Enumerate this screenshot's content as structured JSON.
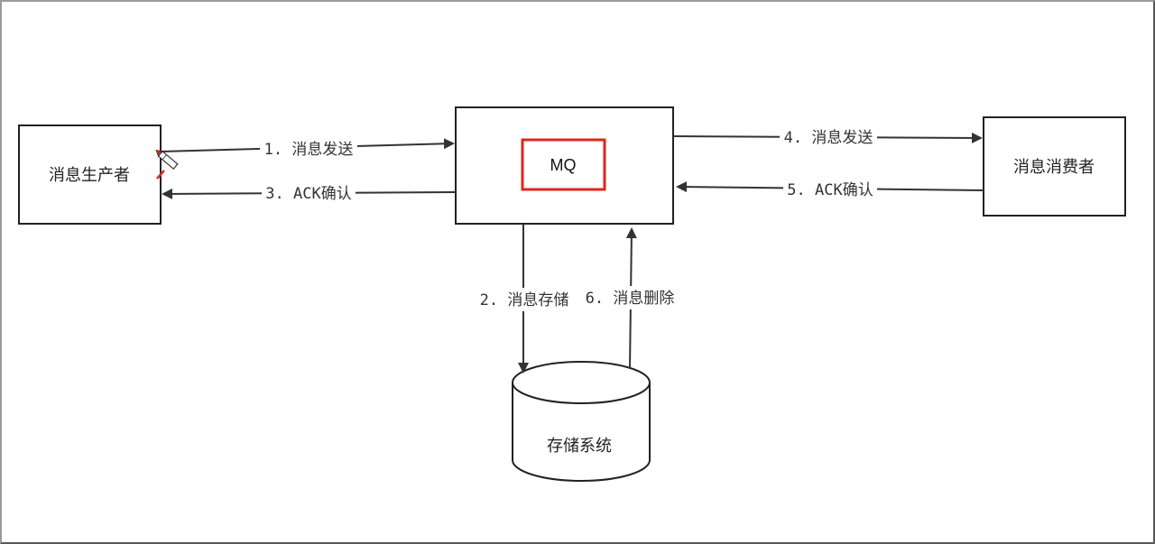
{
  "nodes": {
    "producer": "消息生产者",
    "broker": "MQ",
    "consumer": "消息消费者",
    "storage": "存储系统"
  },
  "edges": {
    "step1": "1. 消息发送",
    "step2": "2. 消息存储",
    "step3": "3. ACK确认",
    "step4": "4. 消息发送",
    "step5": "5. ACK确认",
    "step6": "6. 消息删除"
  },
  "colors": {
    "line": "#333333",
    "highlight": "#e0261e",
    "box_border": "#222222"
  }
}
